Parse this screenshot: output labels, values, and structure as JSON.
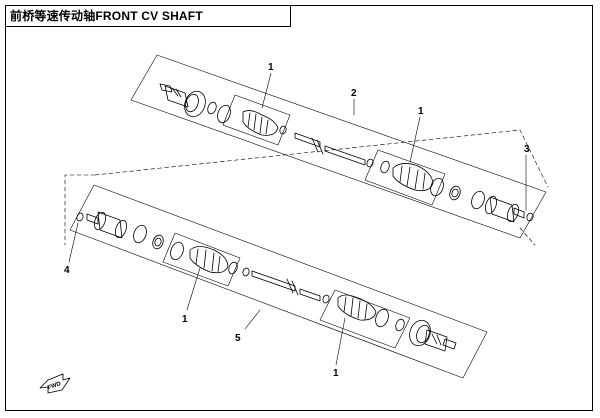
{
  "title": "前桥等速传动轴FRONT CV SHAFT",
  "callouts": {
    "boot_kit_upper_left": "1",
    "boot_kit_upper_right": "1",
    "boot_kit_lower_left": "1",
    "boot_kit_lower_right": "1",
    "shaft_assembly_upper": "2",
    "circlip_upper": "3",
    "circlip_lower": "4",
    "shaft_assembly_lower": "5"
  },
  "direction_badge": "FWD",
  "icons": {
    "direction_arrow": "fwd-arrow-icon"
  }
}
